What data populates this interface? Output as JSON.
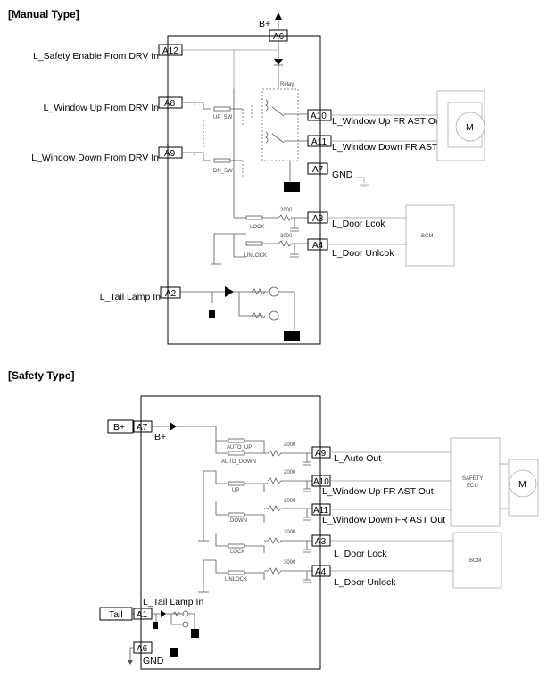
{
  "manual": {
    "title": "[Manual Type]",
    "bplus": "B+",
    "relay": "Relay",
    "pins": {
      "a6": "A6",
      "a12": "A12",
      "a8": "A8",
      "a9": "A9",
      "a10": "A10",
      "a11": "A11",
      "a7": "A7",
      "a3": "A3",
      "a4": "A4",
      "a2": "A2"
    },
    "labels": {
      "safety_enable": "L_Safety Enable From DRV In",
      "window_up_in": "L_Window Up From DRV In",
      "window_down_in": "L_Window Down From DRV In",
      "window_up_out": "L_Window Up FR AST Out",
      "window_down_out": "L_Window Down FR AST Out",
      "gnd": "GND",
      "door_lock": "L_Door Lcok",
      "door_unlock": "L_Door Unlcok",
      "tail_lamp": "L_Tail Lamp In"
    },
    "switches": {
      "up": "UP_SW",
      "dn": "DN_SW",
      "lock": "LOCK",
      "unlock": "UNLOCK"
    },
    "resistors": {
      "r1": "2000",
      "r2": "3000"
    },
    "motor": "M",
    "bcm": "BCM"
  },
  "safety": {
    "title": "[Safety Type]",
    "bplus_box": "B+",
    "bplus": "B+",
    "tail_box": "Tail",
    "pins": {
      "a7": "A7",
      "a9": "A9",
      "a10": "A10",
      "a11": "A11",
      "a3": "A3",
      "a4": "A4",
      "a1": "A1",
      "a6": "A6"
    },
    "labels": {
      "auto_out": "L_Auto Out",
      "window_up_out": "L_Window Up FR AST Out",
      "window_down_out": "L_Window Down FR AST Out",
      "door_lock": "L_Door Lock",
      "door_unlock": "L_Door Unlock",
      "tail_lamp": "L_Tail Lamp In",
      "gnd": "GND"
    },
    "switches": {
      "auto_up": "AUTO_UP",
      "auto_down": "AUTO_DOWN",
      "up": "UP",
      "down": "DOWN",
      "lock": "LOCK",
      "unlock": "UNLOCK"
    },
    "resistors": {
      "r1": "2000",
      "r2": "2000",
      "r3": "2000",
      "r4": "2000",
      "r5": "3000"
    },
    "ecu_line1": "SAFETY",
    "ecu_line2": "ECU",
    "motor": "M",
    "bcm": "BCM"
  }
}
